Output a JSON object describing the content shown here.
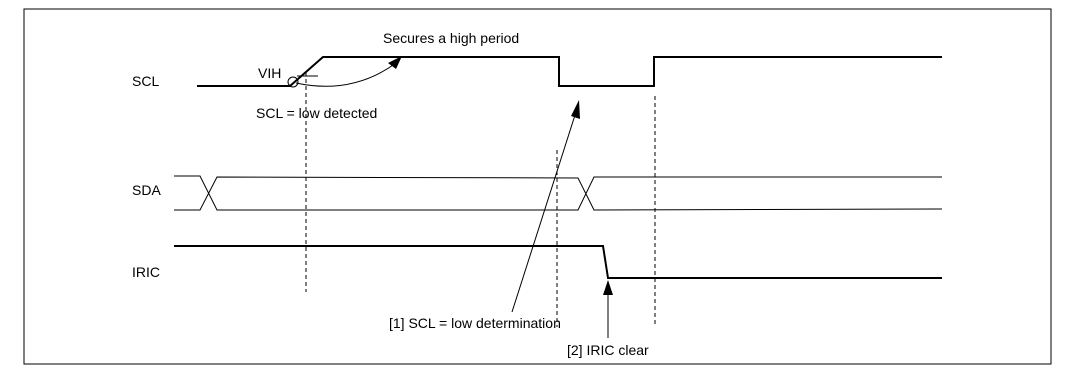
{
  "signals": {
    "scl": "SCL",
    "sda": "SDA",
    "iric": "IRIC"
  },
  "annotations": {
    "vih": "VIH",
    "secures_high_period": "Secures a high period",
    "scl_low_detected": "SCL = low detected",
    "scl_low_determination": "[1] SCL = low determination",
    "iric_clear": "[2] IRIC clear"
  }
}
